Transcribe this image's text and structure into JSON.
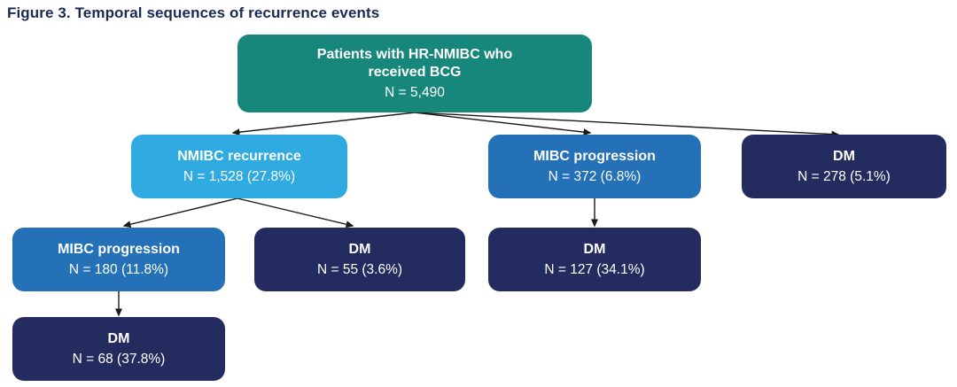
{
  "figure": {
    "title": "Figure 3. Temporal sequences of recurrence events"
  },
  "colors": {
    "teal": "#17867B",
    "light_blue": "#2FABE1",
    "medium_blue": "#2471B8",
    "navy": "#242C5F",
    "title_text": "#1B2A55",
    "node_text": "#FFFFFF",
    "arrow": "#1A1A1A"
  },
  "nodes": {
    "root": {
      "label": "Patients with HR-NMIBC who received BCG",
      "value": "N = 5,490",
      "color": "#17867B"
    },
    "nmibc_recurrence": {
      "label": "NMIBC recurrence",
      "value": "N = 1,528 (27.8%)",
      "color": "#2FABE1"
    },
    "mibc_progression_l2": {
      "label": "MIBC progression",
      "value": "N = 372 (6.8%)",
      "color": "#2471B8"
    },
    "dm_l2": {
      "label": "DM",
      "value": "N = 278 (5.1%)",
      "color": "#242C5F"
    },
    "mibc_progression_l3": {
      "label": "MIBC progression",
      "value": "N = 180 (11.8%)",
      "color": "#2471B8"
    },
    "dm_after_nmibc": {
      "label": "DM",
      "value": "N = 55 (3.6%)",
      "color": "#242C5F"
    },
    "dm_after_mibc": {
      "label": "DM",
      "value": "N = 127 (34.1%)",
      "color": "#242C5F"
    },
    "dm_after_nmibc_mibc": {
      "label": "DM",
      "value": "N = 68 (37.8%)",
      "color": "#242C5F"
    }
  },
  "edges": [
    {
      "from": "root",
      "to": "nmibc_recurrence"
    },
    {
      "from": "root",
      "to": "mibc_progression_l2"
    },
    {
      "from": "root",
      "to": "dm_l2"
    },
    {
      "from": "nmibc_recurrence",
      "to": "mibc_progression_l3"
    },
    {
      "from": "nmibc_recurrence",
      "to": "dm_after_nmibc"
    },
    {
      "from": "mibc_progression_l2",
      "to": "dm_after_mibc"
    },
    {
      "from": "mibc_progression_l3",
      "to": "dm_after_nmibc_mibc"
    }
  ]
}
